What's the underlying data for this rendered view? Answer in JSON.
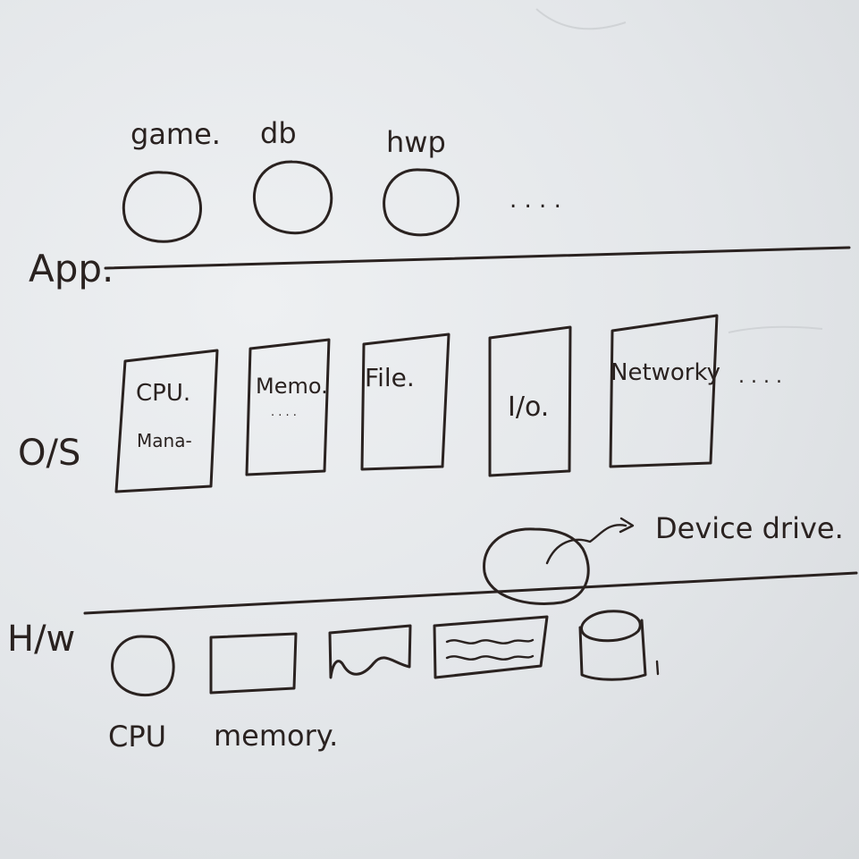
{
  "layers": {
    "app": "App.",
    "os": "O/S",
    "hw": "H/w"
  },
  "apps": [
    "game.",
    "db",
    "hwp"
  ],
  "apps_more": ". . . .",
  "os_modules": {
    "cpu": [
      "CPU.",
      "Mana-"
    ],
    "memory": [
      "Memo.",
      ". . . ."
    ],
    "file": "File.",
    "io": "I/o.",
    "network": "Networky"
  },
  "os_more": ". . . .",
  "device_driver": "Device drive.",
  "hw_labels": {
    "cpu": "CPU",
    "memory": "memory."
  }
}
